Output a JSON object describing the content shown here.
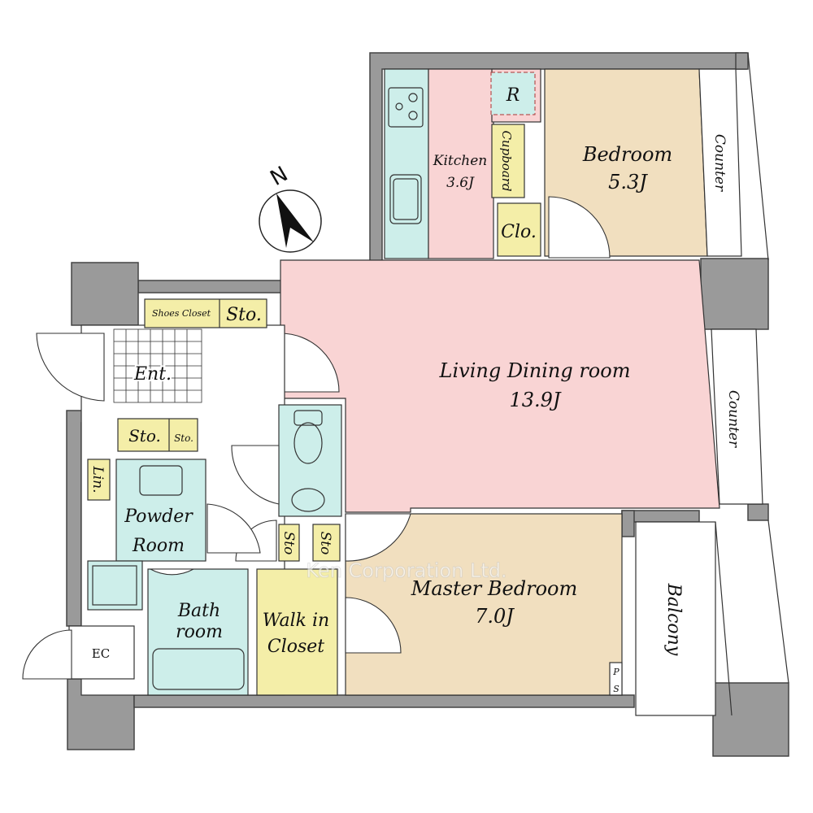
{
  "plan": {
    "compass": {
      "label": "N"
    },
    "watermark": "Ken Corporation Ltd.",
    "rooms": {
      "kitchen": {
        "name": "Kitchen",
        "size": "3.6J"
      },
      "refrigerator": {
        "name": "R"
      },
      "cupboard": {
        "name": "Cupboard"
      },
      "closet": {
        "name": "Clo."
      },
      "bedroom": {
        "name": "Bedroom",
        "size": "5.3J"
      },
      "counter_top": {
        "name": "Counter"
      },
      "counter_mid": {
        "name": "Counter"
      },
      "living": {
        "name": "Living Dining room",
        "size": "13.9J"
      },
      "shoes_closet": {
        "name": "Shoes Closet"
      },
      "shoes_sto": {
        "name": "Sto."
      },
      "entrance": {
        "name": "Ent."
      },
      "sto_a": {
        "name": "Sto."
      },
      "sto_b": {
        "name": "Sto."
      },
      "linen": {
        "name": "Lin."
      },
      "powder": {
        "name1": "Powder",
        "name2": "Room"
      },
      "sto_c": {
        "name": "Sto"
      },
      "sto_d": {
        "name": "Sto"
      },
      "bath": {
        "name1": "Bath",
        "name2": "room"
      },
      "walkin": {
        "name1": "Walk in",
        "name2": "Closet"
      },
      "master": {
        "name": "Master Bedroom",
        "size": "7.0J"
      },
      "balcony": {
        "name": "Balcony"
      },
      "ps": {
        "p": "P",
        "s": "S"
      },
      "ec": {
        "name": "EC"
      }
    },
    "colors": {
      "wall": "#9a9a9a",
      "pink": "#f9d4d4",
      "beige": "#f1dfbf",
      "yellow": "#f4eea8",
      "cyan": "#cdeeea"
    }
  }
}
